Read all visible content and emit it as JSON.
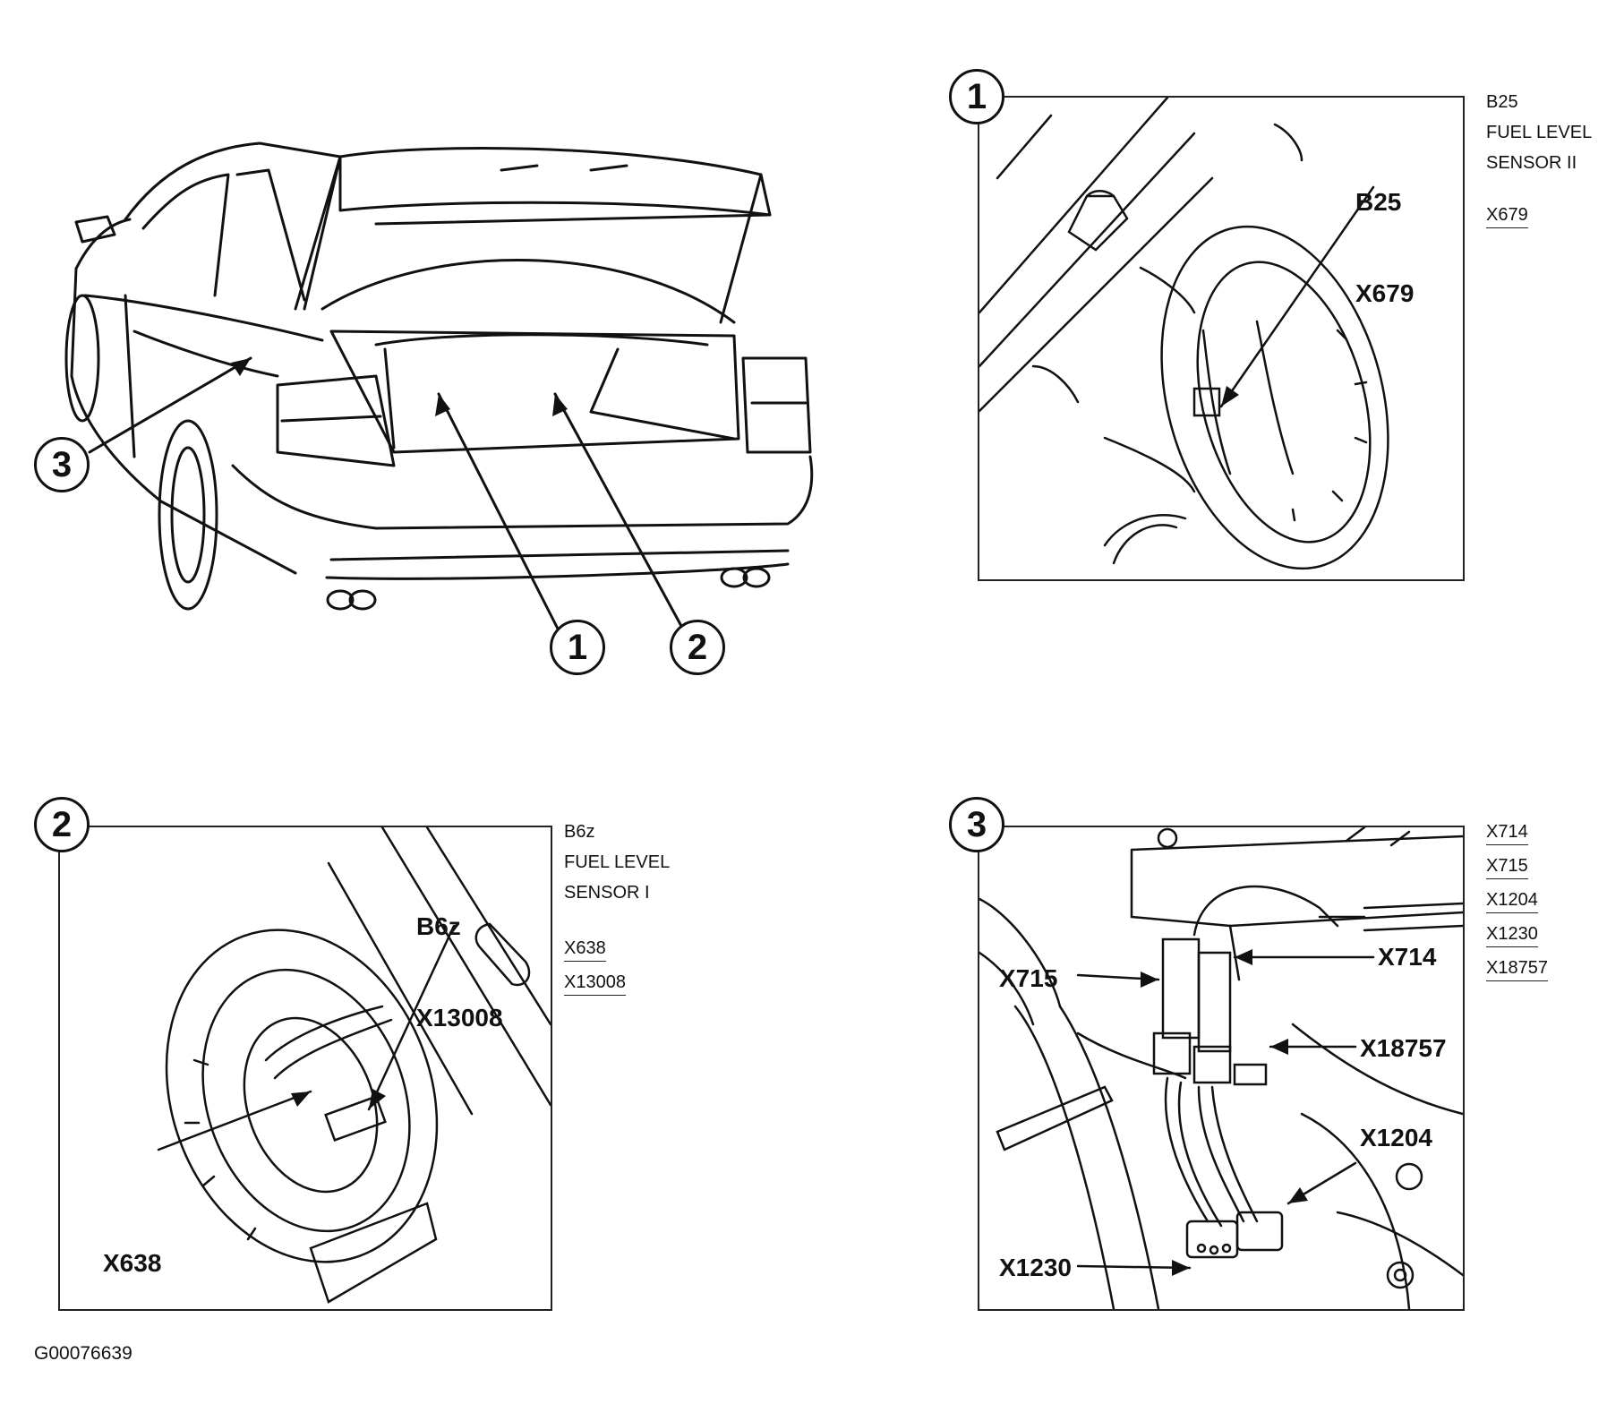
{
  "overview": {
    "callouts": [
      "1",
      "2",
      "3"
    ]
  },
  "panel1": {
    "number": "1",
    "label_lines": [
      "B25",
      "X679"
    ],
    "side_title_lines": [
      "B25",
      "FUEL LEVEL",
      "SENSOR II"
    ],
    "connectors": [
      "X679"
    ]
  },
  "panel2": {
    "number": "2",
    "label_lines": [
      "B6z",
      "X13008"
    ],
    "pointer_label": "X638",
    "side_title_lines": [
      "B6z",
      "FUEL LEVEL",
      "SENSOR I"
    ],
    "connectors": [
      "X638",
      "X13008"
    ]
  },
  "panel3": {
    "number": "3",
    "pointer_labels": [
      "X714",
      "X715",
      "X18757",
      "X1204",
      "X1230"
    ],
    "connectors": [
      "X714",
      "X715",
      "X1204",
      "X1230",
      "X18757"
    ]
  },
  "figure_id": "G00076639",
  "colors": {
    "ink": "#111111",
    "paper": "#ffffff"
  }
}
